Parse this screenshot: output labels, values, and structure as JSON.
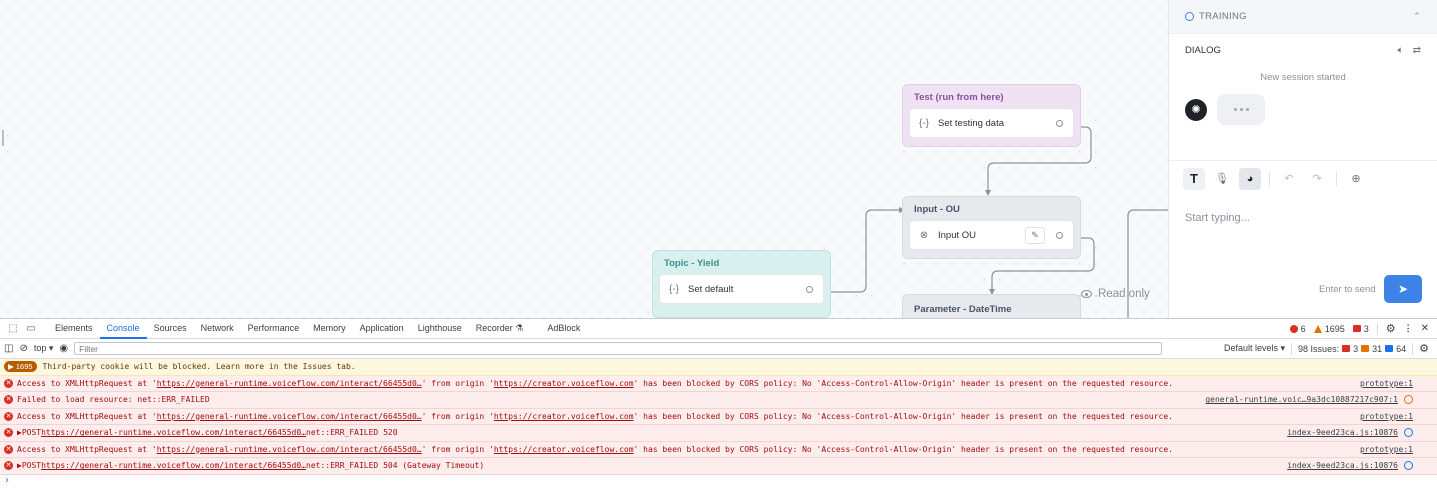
{
  "canvas": {
    "read_only": "Read only",
    "blocks": [
      {
        "title": "Test (run from here)",
        "step_label": "Set testing data",
        "step_icon": "{-}"
      },
      {
        "title": "Input - OU",
        "step_label": "Input OU",
        "step_icon": "⊗"
      },
      {
        "title": "Topic - Yield",
        "step_label": "Set default",
        "step_icon": "{-}"
      },
      {
        "title": "Parameter - DateTime"
      }
    ]
  },
  "panel": {
    "header": "TRAINING",
    "dialog_label": "DIALOG",
    "session_text": "New session started",
    "composer_placeholder": "Start typing...",
    "enter_hint": "Enter to send"
  },
  "devtools": {
    "tabs": [
      "Elements",
      "Console",
      "Sources",
      "Network",
      "Performance",
      "Memory",
      "Application",
      "Lighthouse",
      "Recorder",
      "AdBlock"
    ],
    "active_tab": "Console",
    "error_count": "6",
    "warning_count": "1695",
    "issue_count": "3",
    "context": "top",
    "filter_placeholder": "Filter",
    "default_levels": "Default levels",
    "issues_label": "98 Issues:",
    "issues_red": "3",
    "issues_orange": "31",
    "issues_blue": "64",
    "console": [
      {
        "kind": "warn",
        "badge": "1695",
        "text": "Third-party cookie will be blocked. Learn more in the Issues tab."
      },
      {
        "kind": "err",
        "pre": "Access to XMLHttpRequest at '",
        "link1": "https://general-runtime.voiceflow.com/interact/66455d0…",
        "mid": "' from origin '",
        "link2": "https://creator.voiceflow.com",
        "post": "' has been blocked by CORS policy: No 'Access-Control-Allow-Origin' header is present on the requested resource.",
        "source": "prototype:1"
      },
      {
        "kind": "err",
        "pre": "Failed to load resource: net::ERR_FAILED",
        "source": "general-runtime.voic…9a3dc10887217c907:1",
        "globe": "o"
      },
      {
        "kind": "err",
        "pre": "Access to XMLHttpRequest at '",
        "link1": "https://general-runtime.voiceflow.com/interact/66455d0…",
        "mid": "' from origin '",
        "link2": "https://creator.voiceflow.com",
        "post": "' has been blocked by CORS policy: No 'Access-Control-Allow-Origin' header is present on the requested resource.",
        "source": "prototype:1"
      },
      {
        "kind": "err",
        "pre": "▶POST ",
        "link1": "https://general-runtime.voiceflow.com/interact/66455d0…",
        "post": " net::ERR_FAILED 520",
        "source": "index-9eed23ca.js:10876",
        "globe": "b"
      },
      {
        "kind": "err",
        "pre": "Access to XMLHttpRequest at '",
        "link1": "https://general-runtime.voiceflow.com/interact/66455d0…",
        "mid": "' from origin '",
        "link2": "https://creator.voiceflow.com",
        "post": "' has been blocked by CORS policy: No 'Access-Control-Allow-Origin' header is present on the requested resource.",
        "source": "prototype:1"
      },
      {
        "kind": "err",
        "pre": "▶POST ",
        "link1": "https://general-runtime.voiceflow.com/interact/66455d0…",
        "post": " net::ERR_FAILED 504 (Gateway Timeout)",
        "source": "index-9eed23ca.js:10876",
        "globe": "b"
      }
    ],
    "prompt": "›"
  }
}
